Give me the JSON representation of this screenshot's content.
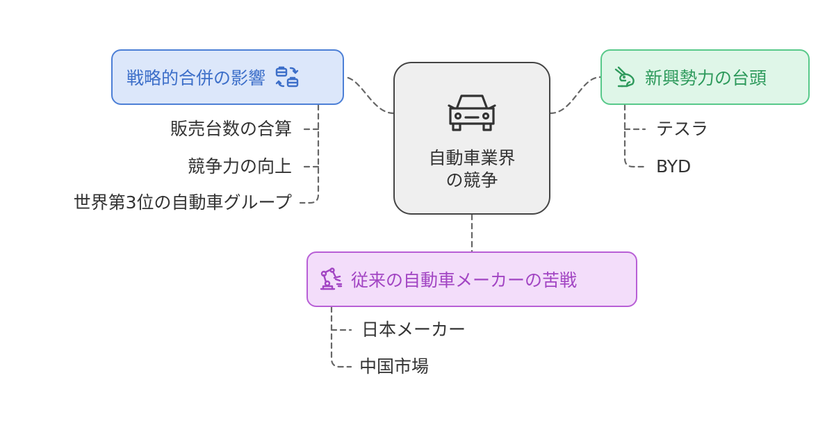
{
  "center": {
    "line1": "自動車業界",
    "line2": "の競争",
    "icon": "car-icon"
  },
  "branches": {
    "merger": {
      "label": "戦略的合併の影響",
      "icon": "briefcase-swap-icon",
      "color": "#4c7fd6",
      "items": [
        "販売台数の合算",
        "競争力の向上",
        "世界第3位の自動車グループ"
      ]
    },
    "newcomers": {
      "label": "新興勢力の台頭",
      "icon": "rabbit-icon",
      "color": "#58c98a",
      "items": [
        "テスラ",
        "BYD"
      ]
    },
    "traditional": {
      "label": "従来の自動車メーカーの苦戦",
      "icon": "robot-arm-icon",
      "color": "#b85fd6",
      "items": [
        "日本メーカー",
        "中国市場"
      ]
    }
  }
}
